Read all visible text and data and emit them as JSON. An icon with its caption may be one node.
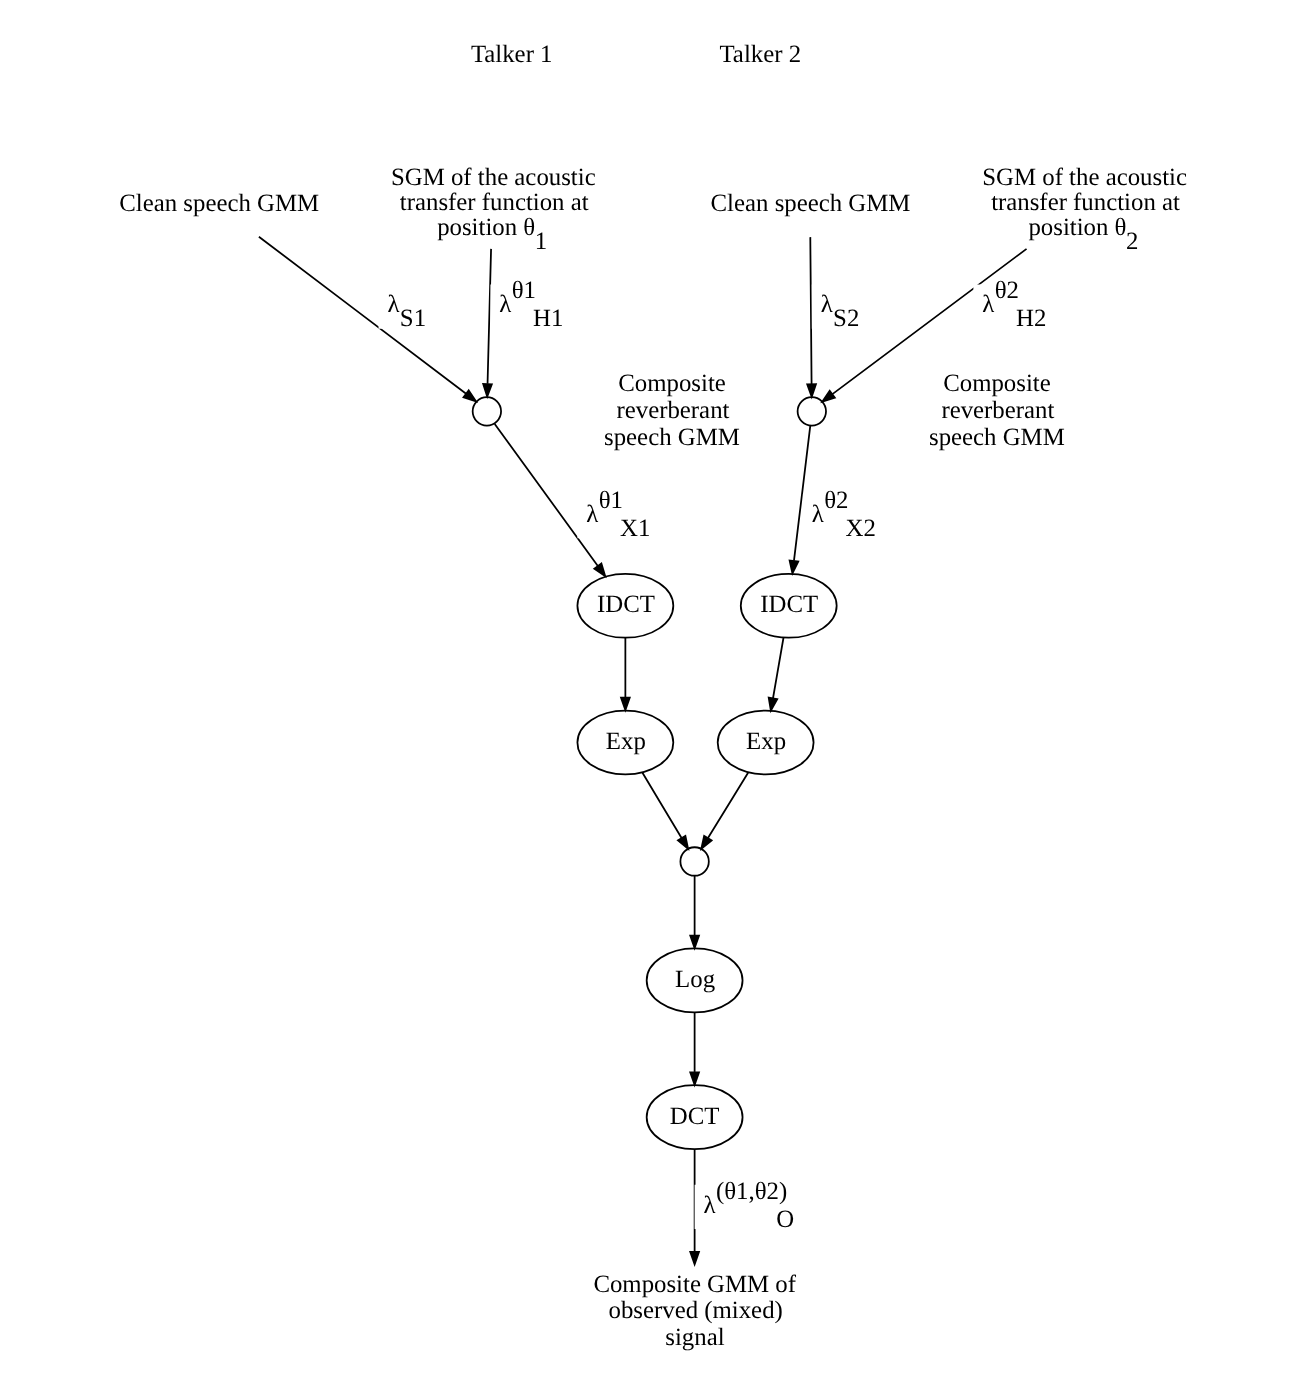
{
  "diagram": {
    "nodes": [
      {
        "text": [
          "Clean speech GMM"
        ]
      },
      {
        "text": [
          "SGM of the acoustic transfer function at position θ$_{1}$"
        ]
      },
      {
        "text": [],
        "shape": "circle"
      },
      {
        "text": [
          "IDCT"
        ]
      },
      {
        "text": [
          "Exp"
        ]
      },
      {
        "text": [
          "Clean speech GMM"
        ]
      },
      {
        "text": [
          "SGM of the acoustic transfer function at position θ$_{2}$"
        ]
      },
      {
        "text": [],
        "shape": "circle"
      },
      {
        "text": [
          "IDCT"
        ]
      },
      {
        "text": [
          "Exp"
        ]
      },
      {
        "text": [],
        "shape": "circle"
      },
      {
        "text": [
          "Log"
        ]
      },
      {
        "text": [
          "DCT"
        ]
      },
      {
        "text": [
          "Composite GMM of observed (mixed) signal"
        ]
      }
    ],
    "edges": [
      {
        "from": 0,
        "to": 2,
        "arrow": "to",
        "label": "λ$_{S1}$"
      },
      {
        "from": 1,
        "to": 2,
        "arrow": "to",
        "label": "λ$^{θ1}$$_{H1}$"
      },
      {
        "from": 2,
        "to": 3,
        "arrow": "to",
        "label": "λ$^{θ1}$$_{X1}$"
      },
      {
        "from": 3,
        "to": 4,
        "arrow": "to"
      },
      {
        "from": 4,
        "to": 10,
        "arrow": "to"
      },
      {
        "from": 5,
        "to": 7,
        "arrow": "to",
        "label": "λ$_{S2}$"
      },
      {
        "from": 6,
        "to": 7,
        "arrow": "to",
        "label": "λ$^{θ2}$$_{H2}$"
      },
      {
        "from": 7,
        "to": 8,
        "arrow": "to",
        "label": "λ$^{θ2}$$_{X2}$"
      },
      {
        "from": 8,
        "to": 9,
        "arrow": "to"
      },
      {
        "from": 9,
        "to": 10,
        "arrow": "to"
      },
      {
        "from": 10,
        "to": 11,
        "arrow": "to"
      },
      {
        "from": 11,
        "to": 12,
        "arrow": "to"
      },
      {
        "from": 12,
        "to": 13,
        "arrow": "to",
        "label": "λ$^{(θ1,θ2)}$$_{O}$"
      }
    ],
    "labels": [
      "Talker 1",
      "Talker 2",
      "Composite reverberant speech GMM",
      "Composite reverberant speech GMM"
    ]
  }
}
